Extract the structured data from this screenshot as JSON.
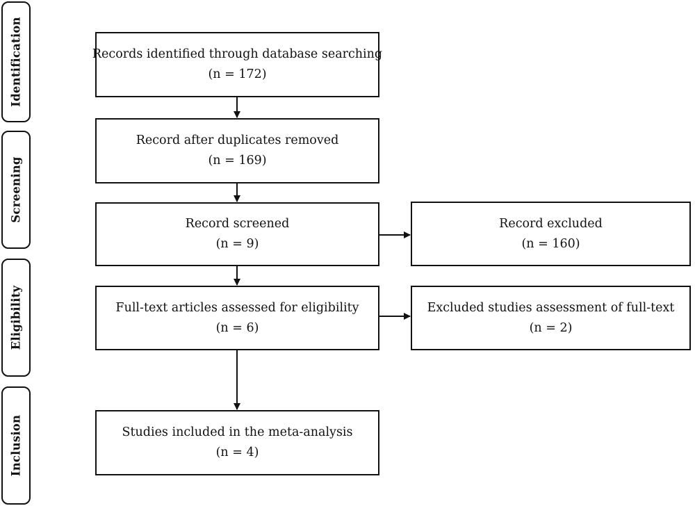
{
  "phases": {
    "identification": "Identification",
    "screening": "Screening",
    "eligibility": "Eligibility",
    "inclusion": "Inclusion"
  },
  "boxes": {
    "identified": {
      "title": "Records identified through database searching",
      "count": "(n = 172)"
    },
    "after_duplicates": {
      "title": "Record after duplicates removed",
      "count": "(n = 169)"
    },
    "screened": {
      "title": "Record screened",
      "count": "(n = 9)"
    },
    "excluded": {
      "title": "Record excluded",
      "count": "(n = 160)"
    },
    "full_text": {
      "title": "Full-text articles assessed for eligibility",
      "count": "(n = 6)"
    },
    "excluded_full_text": {
      "title": "Excluded studies assessment of full-text",
      "count": "(n = 2)"
    },
    "included": {
      "title": "Studies included in the meta-analysis",
      "count": "(n = 4)"
    }
  }
}
